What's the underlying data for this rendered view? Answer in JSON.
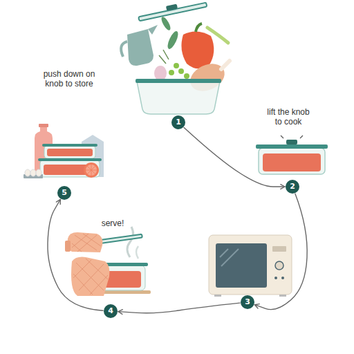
{
  "diagram": {
    "nodes": [
      {
        "text": [
          "1"
        ]
      },
      {
        "text": [
          "2"
        ]
      },
      {
        "text": [
          "3"
        ]
      },
      {
        "text": [
          "4"
        ]
      },
      {
        "text": [
          "5"
        ]
      }
    ],
    "edges": [
      {
        "from": 0,
        "to": 1,
        "arrow": "to"
      },
      {
        "from": 1,
        "to": 2,
        "arrow": "to"
      },
      {
        "from": 2,
        "to": 3,
        "arrow": "to"
      },
      {
        "from": 3,
        "to": 4,
        "arrow": "to"
      }
    ],
    "labels": [
      "push down on knob to store",
      "lift the knob to cook",
      "serve!"
    ]
  }
}
